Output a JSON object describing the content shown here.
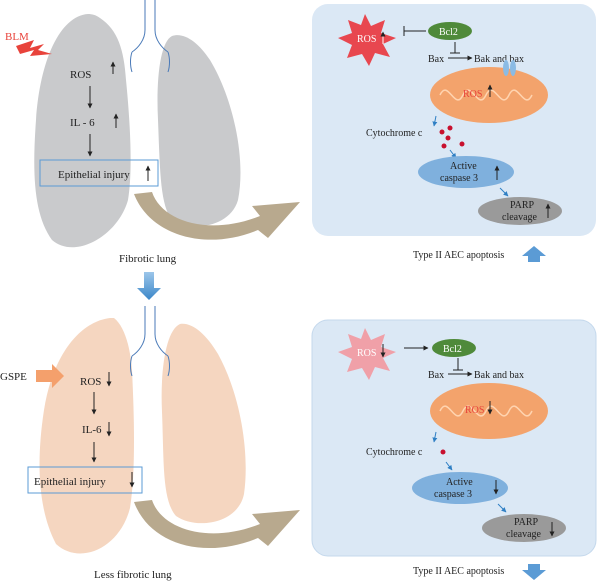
{
  "top": {
    "trigger_label": "BLM",
    "ros_label": "ROS",
    "il6_label": "IL - 6",
    "injury_label": "Epithelial injury",
    "lung_caption": "Fibrotic lung",
    "panel": {
      "ros": "ROS",
      "bcl2": "Bcl2",
      "bax": "Bax",
      "bak_bax": "Bak and bax",
      "mito_ros": "ROS",
      "cytochrome": "Cytochrome c",
      "caspase_line1": "Active",
      "caspase_line2": "caspase 3",
      "parp_line1": "PARP",
      "parp_line2": "cleavage"
    },
    "apoptosis_label": "Type II AEC apoptosis"
  },
  "bottom": {
    "trigger_label": "GSPE",
    "ros_label": "ROS",
    "il6_label": "IL-6",
    "injury_label": "Epithelial injury",
    "lung_caption": "Less fibrotic lung",
    "panel": {
      "ros": "ROS",
      "bcl2": "Bcl2",
      "bax": "Bax",
      "bak_bax": "Bak and bax",
      "mito_ros": "ROS",
      "cytochrome": "Cytochrome c",
      "caspase_line1": "Active",
      "caspase_line2": "caspase 3",
      "parp_line1": "PARP",
      "parp_line2": "cleavage"
    },
    "apoptosis_label": "Type II AEC apoptosis"
  },
  "colors": {
    "lung_fibrotic": "#c9cacc",
    "lung_less_fibrotic": "#f5d6c0",
    "panel_bg": "#dbe8f5",
    "ros_star_top": "#e8474f",
    "ros_star_bottom": "#f0a0a8",
    "bcl2": "#4f8a3a",
    "mitochondria": "#f3a36c",
    "caspase": "#7fb0dd",
    "parp": "#9a9a9a",
    "trigger_top": "#e8433b",
    "trigger_bottom": "#f4a06c",
    "curve_arrow": "#b8a98e",
    "up_down_arrow": "#5b9bd5",
    "red_text": "#e8433b"
  }
}
